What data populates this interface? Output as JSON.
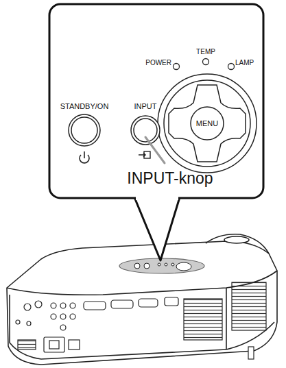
{
  "diagram": {
    "nodes": [
      {
        "text": [
          "MENU"
        ]
      }
    ],
    "labels": [
      "POWER",
      "TEMP",
      "LAMP",
      "STANDBY/ON",
      "INPUT",
      "INPUT-knop"
    ]
  }
}
